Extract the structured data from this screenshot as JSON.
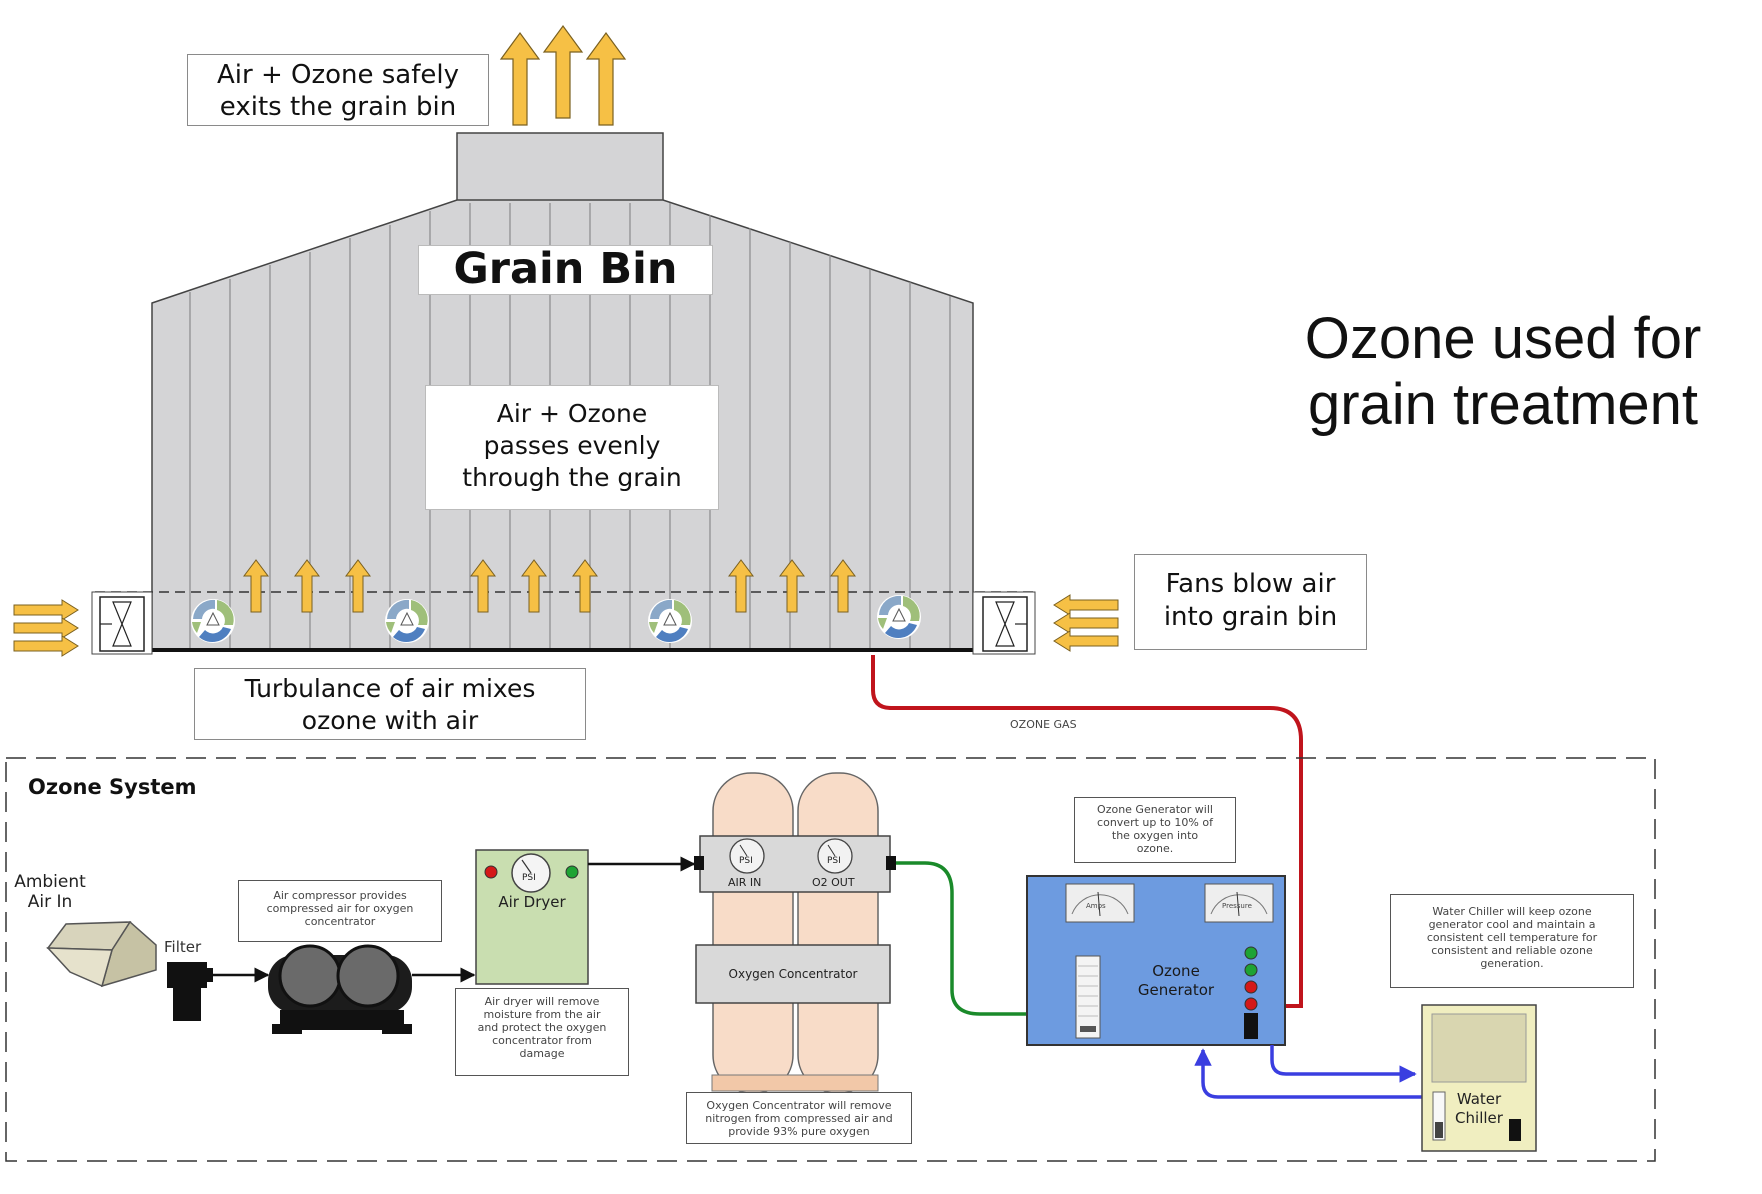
{
  "title": {
    "line1": "Ozone used for",
    "line2": "grain treatment"
  },
  "grain_bin": {
    "name": "Grain Bin",
    "exit_label": {
      "line1": "Air + Ozone safely",
      "line2": "exits the grain bin"
    },
    "passes_label": {
      "line1": "Air + Ozone",
      "line2": "passes evenly",
      "line3": "through the grain"
    },
    "fans_label": {
      "line1": "Fans blow air",
      "line2": "into grain bin"
    },
    "turbulence_label": {
      "line1": "Turbulance of air mixes",
      "line2": "ozone with air"
    }
  },
  "ozone_gas_label": "OZONE GAS",
  "ozone_system": {
    "title": "Ozone System",
    "ambient": {
      "line1": "Ambient",
      "line2": "Air In"
    },
    "filter": "Filter",
    "compressor_note": {
      "line1": "Air compressor provides",
      "line2": "compressed air for oxygen",
      "line3": "concentrator"
    },
    "air_dryer": {
      "name": "Air Dryer",
      "gauge": "PSI"
    },
    "air_dryer_note": {
      "line1": "Air dryer will remove",
      "line2": "moisture from the air",
      "line3": "and protect the oxygen",
      "line4": "concentrator from",
      "line5": "damage"
    },
    "oxygen_concentrator": {
      "name": "Oxygen Concentrator",
      "air_in": "AIR IN",
      "o2_out": "O2 OUT",
      "gauge": "PSI"
    },
    "oxygen_note": {
      "line1": "Oxygen Concentrator will remove",
      "line2": "nitrogen from compressed air and",
      "line3": "provide 93% pure oxygen"
    },
    "generator": {
      "line1": "Ozone",
      "line2": "Generator",
      "gauge_left": "Amps",
      "gauge_right": "Pressure"
    },
    "generator_note": {
      "line1": "Ozone Generator will",
      "line2": "convert up to 10% of",
      "line3": "the oxygen into",
      "line4": "ozone."
    },
    "chiller": {
      "line1": "Water",
      "line2": "Chiller"
    },
    "chiller_note": {
      "line1": "Water Chiller will keep ozone",
      "line2": "generator cool and maintain a",
      "line3": "consistent cell temperature for",
      "line4": "consistent and reliable ozone",
      "line5": "generation."
    }
  },
  "colors": {
    "arrow": "#f6c045",
    "ozone_line": "#c0141c",
    "oxygen_line": "#1a8a2a",
    "water_line": "#3a3ee0",
    "bin_fill": "#d4d4d6",
    "generator_fill": "#6d9be0",
    "dryer_fill": "#c9deb0",
    "tank_fill": "#f8dcc8",
    "chiller_fill": "#f0eec0"
  }
}
